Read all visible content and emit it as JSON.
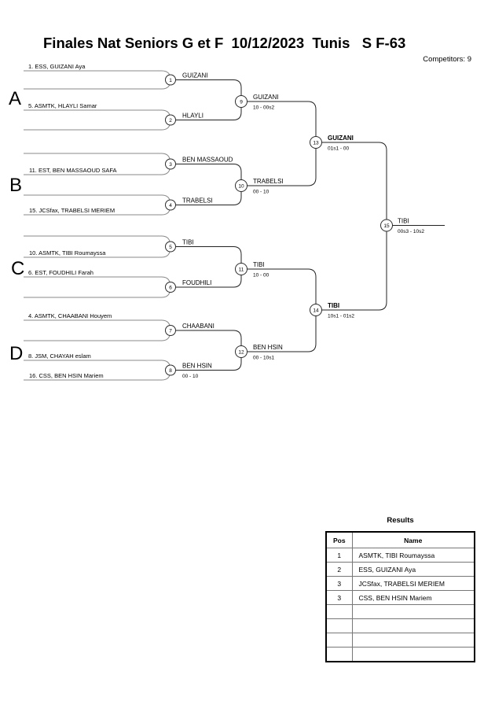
{
  "header": {
    "title": "Finales Nat Seniors G et F  10/12/2023  Tunis   S F-63",
    "competitors": "Competitors: 9"
  },
  "colors": {
    "entry_line": "#8a8a8a",
    "connector_line": "#222222",
    "text": "#000000",
    "background": "#ffffff"
  },
  "bracket": {
    "sections": [
      "A",
      "B",
      "C",
      "D"
    ],
    "entries": [
      "1. ESS, GUIZANI Aya",
      "5. ASMTK, HLAYLI Samar",
      "11. EST, BEN MASSAOUD SAFA",
      "15. JCSfax, TRABELSI MERIEM",
      "10. ASMTK, TIBI Roumayssa",
      "6. EST, FOUDHILI Farah",
      "4. ASMTK, CHAABANI Houyem",
      "8. JSM, CHAYAH eslam",
      "16. CSS, BEN HSIN Mariem"
    ],
    "matches": [
      {
        "num": "1",
        "winner": "GUIZANI",
        "score": ""
      },
      {
        "num": "2",
        "winner": "HLAYLI",
        "score": ""
      },
      {
        "num": "3",
        "winner": "BEN MASSAOUD",
        "score": ""
      },
      {
        "num": "4",
        "winner": "TRABELSI",
        "score": ""
      },
      {
        "num": "5",
        "winner": "TIBI",
        "score": ""
      },
      {
        "num": "6",
        "winner": "FOUDHILI",
        "score": ""
      },
      {
        "num": "7",
        "winner": "CHAABANI",
        "score": ""
      },
      {
        "num": "8",
        "winner": "BEN HSIN",
        "score": "00 - 10"
      },
      {
        "num": "9",
        "winner": "GUIZANI",
        "score": "10 - 00s2"
      },
      {
        "num": "10",
        "winner": "TRABELSI",
        "score": "00 - 10"
      },
      {
        "num": "11",
        "winner": "TIBI",
        "score": "10 - 00"
      },
      {
        "num": "12",
        "winner": "BEN HSIN",
        "score": "00 - 10s1"
      },
      {
        "num": "13",
        "winner": "GUIZANI",
        "score": "01s1 - 00"
      },
      {
        "num": "14",
        "winner": "TIBI",
        "score": "10s1 - 01s2"
      },
      {
        "num": "15",
        "winner": "TIBI",
        "score": "00s3 - 10s2"
      }
    ]
  },
  "results": {
    "title": "Results",
    "columns": {
      "pos": "Pos",
      "name": "Name"
    },
    "rows": [
      {
        "pos": "1",
        "name": "ASMTK, TIBI Roumayssa"
      },
      {
        "pos": "2",
        "name": "ESS, GUIZANI Aya"
      },
      {
        "pos": "3",
        "name": "JCSfax, TRABELSI MERIEM"
      },
      {
        "pos": "3",
        "name": "CSS, BEN HSIN Mariem"
      },
      {
        "pos": "",
        "name": ""
      },
      {
        "pos": "",
        "name": ""
      },
      {
        "pos": "",
        "name": ""
      },
      {
        "pos": "",
        "name": ""
      }
    ]
  }
}
